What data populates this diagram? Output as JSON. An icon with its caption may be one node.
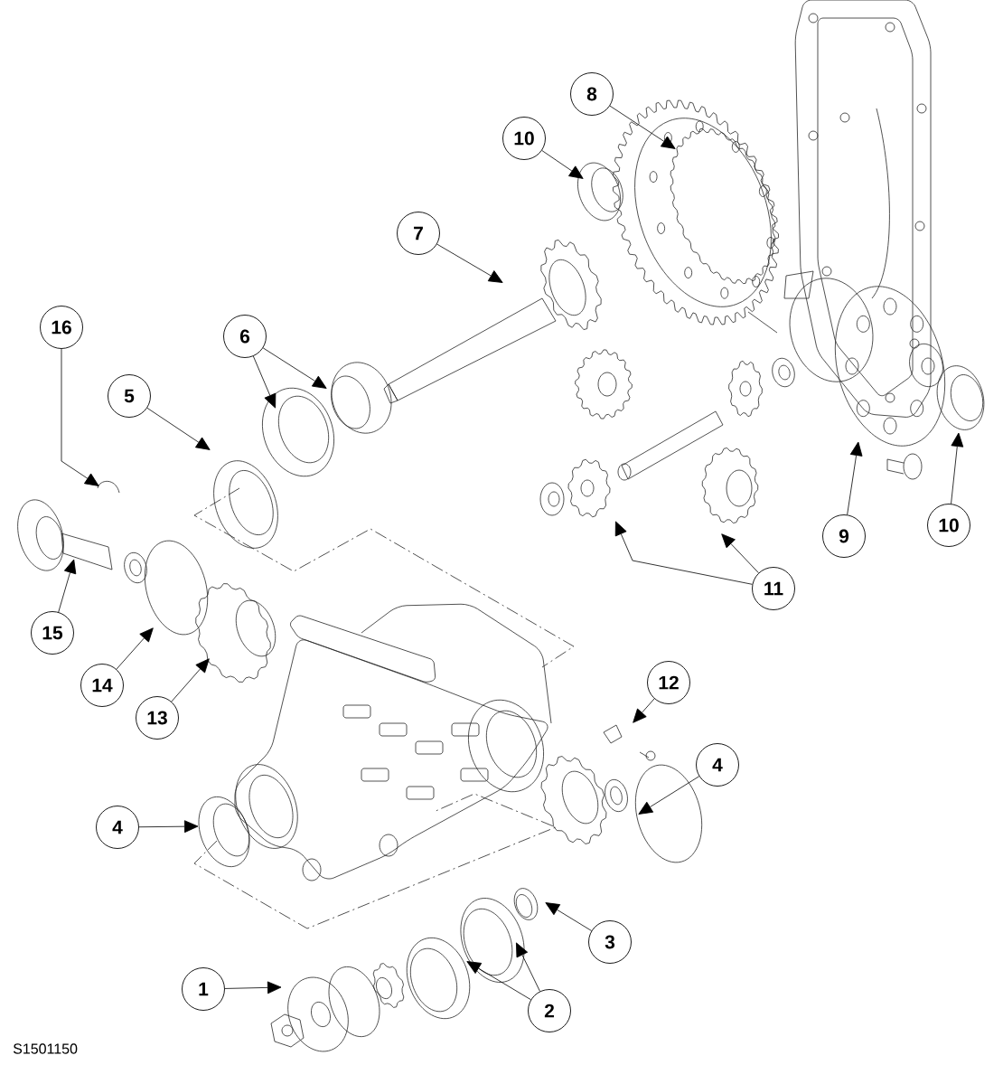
{
  "diagram": {
    "nodes": [
      {
        "text": [
          "8"
        ]
      },
      {
        "text": [
          "10"
        ]
      },
      {
        "text": [
          "7"
        ]
      },
      {
        "text": [
          "16"
        ]
      },
      {
        "text": [
          "6"
        ]
      },
      {
        "text": [
          "5"
        ]
      },
      {
        "text": [
          "10"
        ]
      },
      {
        "text": [
          "9"
        ]
      },
      {
        "text": [
          "11"
        ]
      },
      {
        "text": [
          "15"
        ]
      },
      {
        "text": [
          "12"
        ]
      },
      {
        "text": [
          "14"
        ]
      },
      {
        "text": [
          "13"
        ]
      },
      {
        "text": [
          "4"
        ]
      },
      {
        "text": [
          "4"
        ]
      },
      {
        "text": [
          "3"
        ]
      },
      {
        "text": [
          "1"
        ]
      },
      {
        "text": [
          "2"
        ]
      }
    ],
    "edges": [
      {
        "from": 0,
        "to": null,
        "arrow": "to"
      },
      {
        "from": 1,
        "to": null,
        "arrow": "to"
      },
      {
        "from": 2,
        "to": null,
        "arrow": "to"
      },
      {
        "from": 3,
        "to": null,
        "arrow": "to"
      },
      {
        "from": 4,
        "to": null,
        "arrow": "to"
      },
      {
        "from": 4,
        "to": null,
        "arrow": "to"
      },
      {
        "from": 5,
        "to": null,
        "arrow": "to"
      },
      {
        "from": 6,
        "to": null,
        "arrow": "to"
      },
      {
        "from": 7,
        "to": null,
        "arrow": "to"
      },
      {
        "from": 8,
        "to": null,
        "arrow": "to"
      },
      {
        "from": 8,
        "to": null,
        "arrow": "to"
      },
      {
        "from": 9,
        "to": null,
        "arrow": "to"
      },
      {
        "from": 10,
        "to": null,
        "arrow": "to"
      },
      {
        "from": 11,
        "to": null,
        "arrow": "to"
      },
      {
        "from": 12,
        "to": null,
        "arrow": "to"
      },
      {
        "from": 13,
        "to": null,
        "arrow": "to"
      },
      {
        "from": 14,
        "to": null,
        "arrow": "to"
      },
      {
        "from": 15,
        "to": null,
        "arrow": "to"
      },
      {
        "from": 16,
        "to": null,
        "arrow": "to"
      },
      {
        "from": 17,
        "to": null,
        "arrow": "to"
      },
      {
        "from": 17,
        "to": null,
        "arrow": "to"
      }
    ],
    "labels": [
      "S1501150"
    ]
  }
}
